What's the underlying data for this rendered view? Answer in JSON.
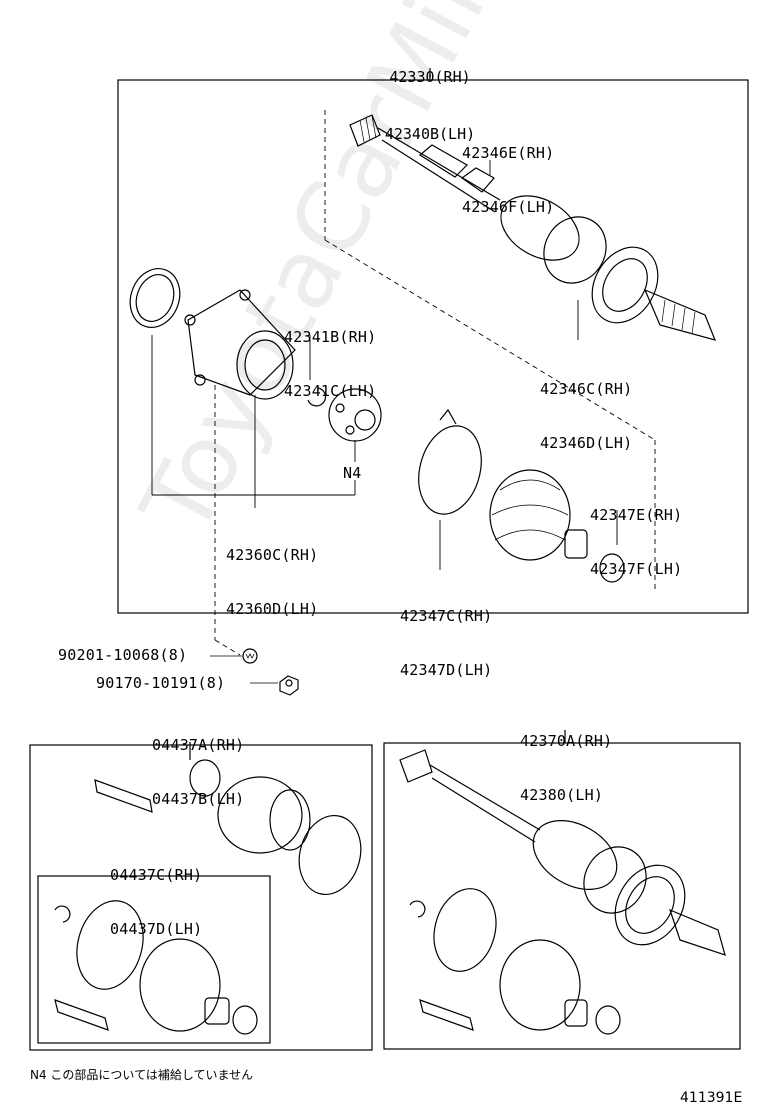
{
  "labels": {
    "drive_shaft_assy": [
      "42330(RH)",
      "42340B(LH)"
    ],
    "outboard_boot_clamp_top": [
      "42346E(RH)",
      "42346F(LH)"
    ],
    "snap_ring": [
      "42341B(RH)",
      "42341C(LH)"
    ],
    "outboard_clamp_ring": [
      "42346C(RH)",
      "42346D(LH)"
    ],
    "inboard_joint": [
      "42360C(RH)",
      "42360D(LH)"
    ],
    "spider_note": "N4",
    "small_clamp": [
      "42347E(RH)",
      "42347F(LH)"
    ],
    "boot_clamp": [
      "42347C(RH)",
      "42347D(LH)"
    ],
    "washer": "90201-10068(8)",
    "nut": "90170-10191(8)",
    "boot_kit_inboard": [
      "04437A(RH)",
      "04437B(LH)"
    ],
    "boot_kit_outboard": [
      "04437C(RH)",
      "04437D(LH)"
    ],
    "shaft_assy_2": [
      "42370A(RH)",
      "42380(LH)"
    ]
  },
  "footnote": "N4 この部品については補給していません",
  "diagram_code": "411391E",
  "watermark": "ToyotaCarMine.ru"
}
